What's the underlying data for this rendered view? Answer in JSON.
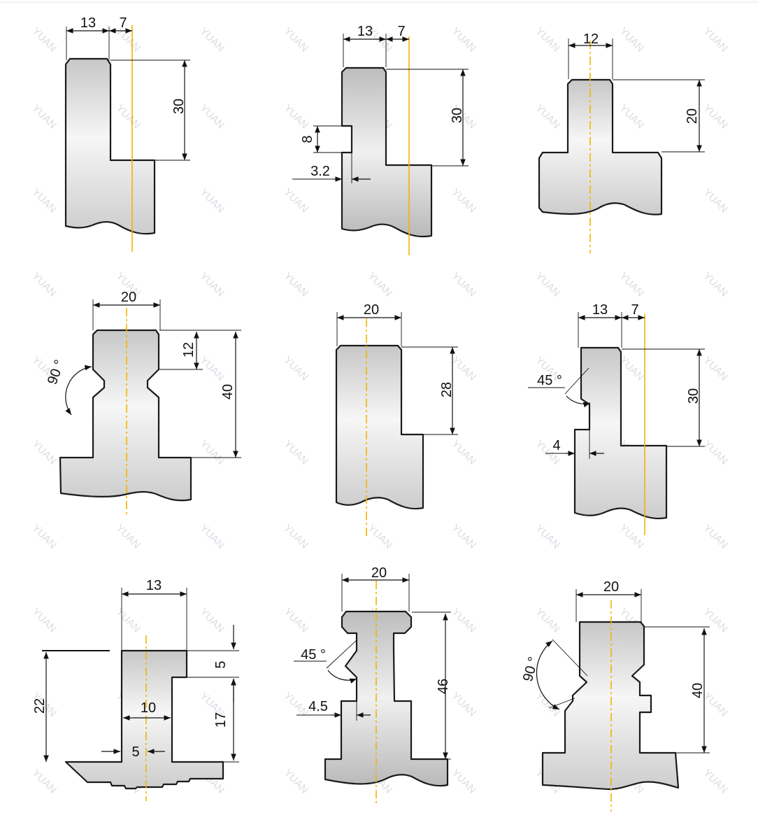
{
  "watermark": "YUAN",
  "colors": {
    "profile_fill_light": "#f4f4f4",
    "profile_fill_dark": "#c9c9c9",
    "outline": "#1a1a1a",
    "centerline": "#f2b400",
    "watermark": "#d9dde3"
  },
  "profiles": [
    {
      "id": "p1",
      "dims": [
        "13",
        "7",
        "30"
      ]
    },
    {
      "id": "p2",
      "dims": [
        "13",
        "7",
        "30",
        "8",
        "3.2"
      ]
    },
    {
      "id": "p3",
      "dims": [
        "12",
        "20"
      ]
    },
    {
      "id": "p4",
      "dims": [
        "20",
        "12",
        "40",
        "90 °"
      ]
    },
    {
      "id": "p5",
      "dims": [
        "20",
        "28"
      ]
    },
    {
      "id": "p6",
      "dims": [
        "13",
        "7",
        "30",
        "45 °",
        "4"
      ]
    },
    {
      "id": "p7",
      "dims": [
        "13",
        "5",
        "22",
        "17",
        "10",
        "5"
      ]
    },
    {
      "id": "p8",
      "dims": [
        "20",
        "46",
        "45 °",
        "4.5"
      ]
    },
    {
      "id": "p9",
      "dims": [
        "20",
        "40",
        "90 °"
      ]
    }
  ]
}
